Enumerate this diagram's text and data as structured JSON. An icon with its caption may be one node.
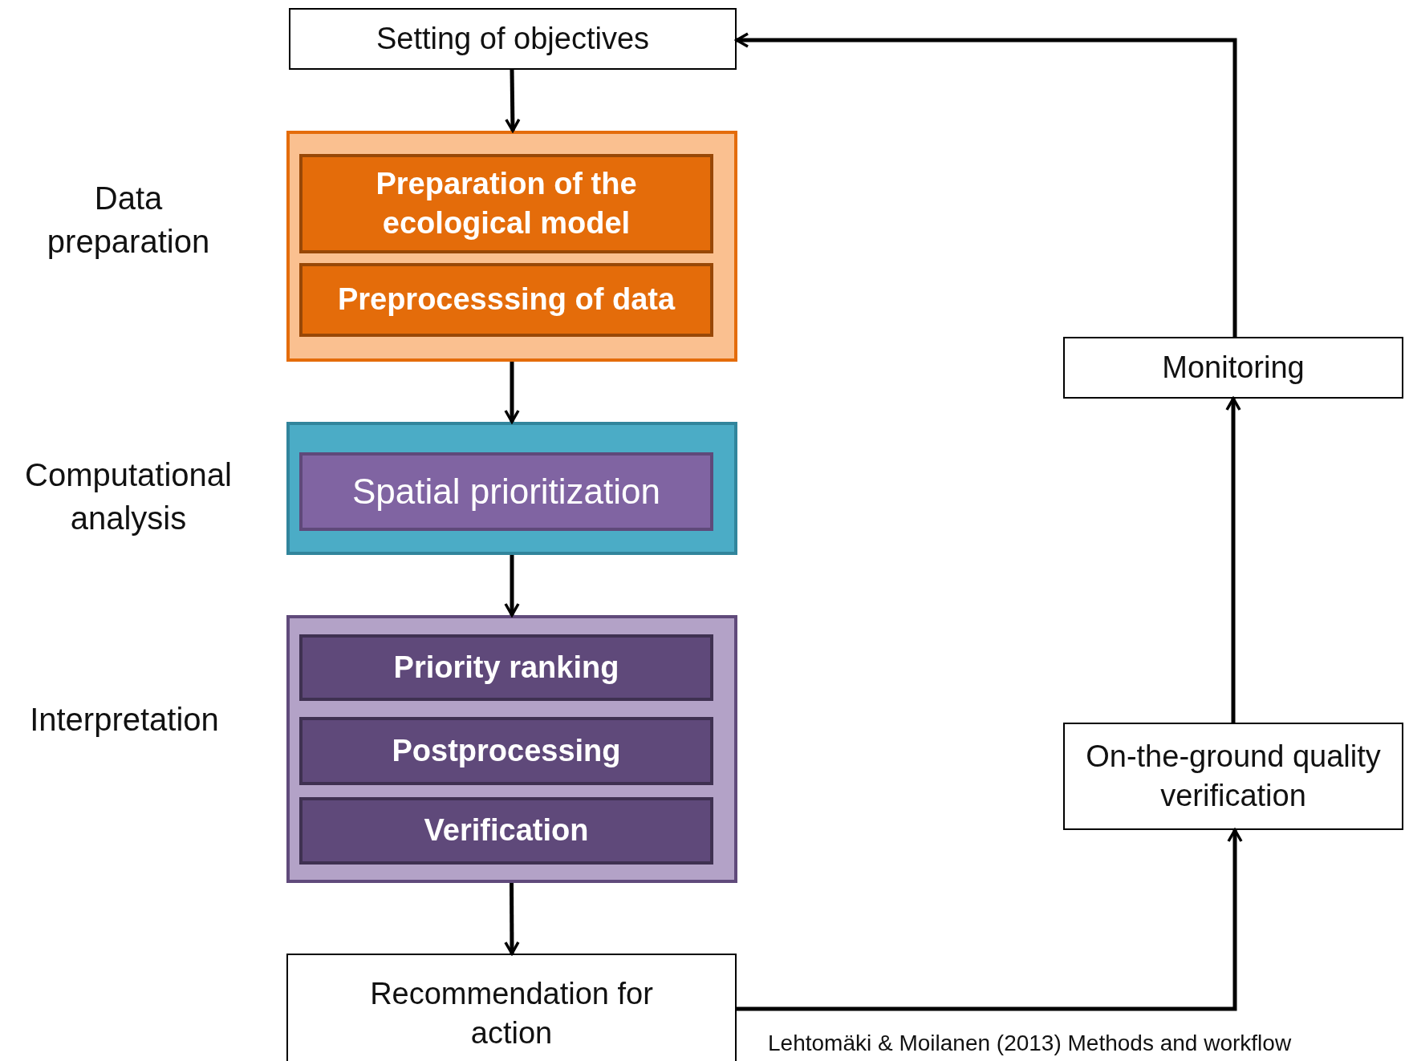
{
  "diagram": {
    "caption": "Lehtomäki & Moilanen (2013) Methods and workflow",
    "nodes": [
      {
        "text": [
          "Setting of objectives"
        ]
      },
      {
        "text": [],
        "shape": "box",
        "beside": [
          "Data preparation"
        ]
      },
      {
        "text": [
          "Preparation of the ecological model"
        ],
        "in": 1
      },
      {
        "text": [
          "Preprocesssing of data"
        ],
        "in": 1
      },
      {
        "text": [],
        "shape": "box",
        "beside": [
          "Computational analysis"
        ]
      },
      {
        "text": [
          "Spatial prioritization"
        ],
        "in": 4
      },
      {
        "text": [],
        "shape": "box",
        "beside": [
          "Interpretation"
        ]
      },
      {
        "text": [
          "Priority ranking"
        ],
        "in": 6
      },
      {
        "text": [
          "Postprocessing"
        ],
        "in": 6
      },
      {
        "text": [
          "Verification"
        ],
        "in": 6
      },
      {
        "text": [
          "Recommendation for action"
        ]
      },
      {
        "text": [
          "Monitoring"
        ]
      },
      {
        "text": [
          "On-the-ground quality verification"
        ]
      }
    ],
    "edges": [
      {
        "from": 0,
        "to": 1,
        "arrow": "to"
      },
      {
        "from": 1,
        "to": 4,
        "arrow": "to"
      },
      {
        "from": 4,
        "to": 6,
        "arrow": "to"
      },
      {
        "from": 6,
        "to": 10,
        "arrow": "to"
      },
      {
        "from": 10,
        "to": 12,
        "arrow": "to"
      },
      {
        "from": 12,
        "to": 11,
        "arrow": "to"
      },
      {
        "from": 11,
        "to": 0,
        "arrow": "to"
      }
    ]
  }
}
